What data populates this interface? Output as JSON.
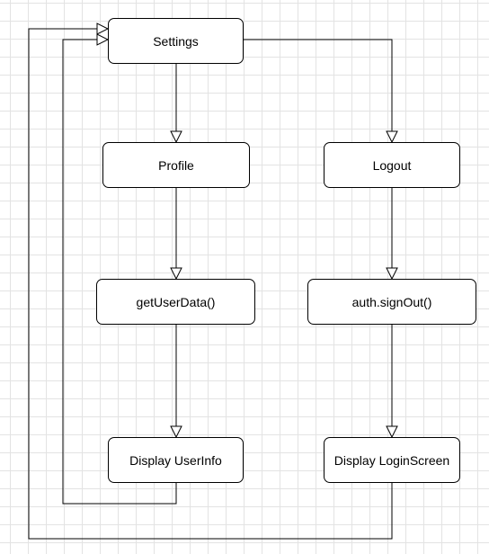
{
  "diagram": {
    "colors": {
      "stroke": "#000000",
      "node_fill": "#ffffff",
      "grid": "#e3e3e3"
    },
    "nodes": {
      "settings": {
        "label": "Settings"
      },
      "profile": {
        "label": "Profile"
      },
      "logout": {
        "label": "Logout"
      },
      "get_user_data": {
        "label": "getUserData()"
      },
      "sign_out": {
        "label": "auth.signOut()"
      },
      "display_user_info": {
        "label": "Display UserInfo"
      },
      "display_login_screen": {
        "label": "Display LoginScreen"
      }
    },
    "edges": [
      {
        "from": "settings",
        "to": "profile"
      },
      {
        "from": "settings",
        "to": "logout"
      },
      {
        "from": "profile",
        "to": "get_user_data"
      },
      {
        "from": "logout",
        "to": "sign_out"
      },
      {
        "from": "get_user_data",
        "to": "display_user_info"
      },
      {
        "from": "sign_out",
        "to": "display_login_screen"
      },
      {
        "from": "display_user_info",
        "to": "settings"
      },
      {
        "from": "display_login_screen",
        "to": "settings"
      }
    ]
  }
}
